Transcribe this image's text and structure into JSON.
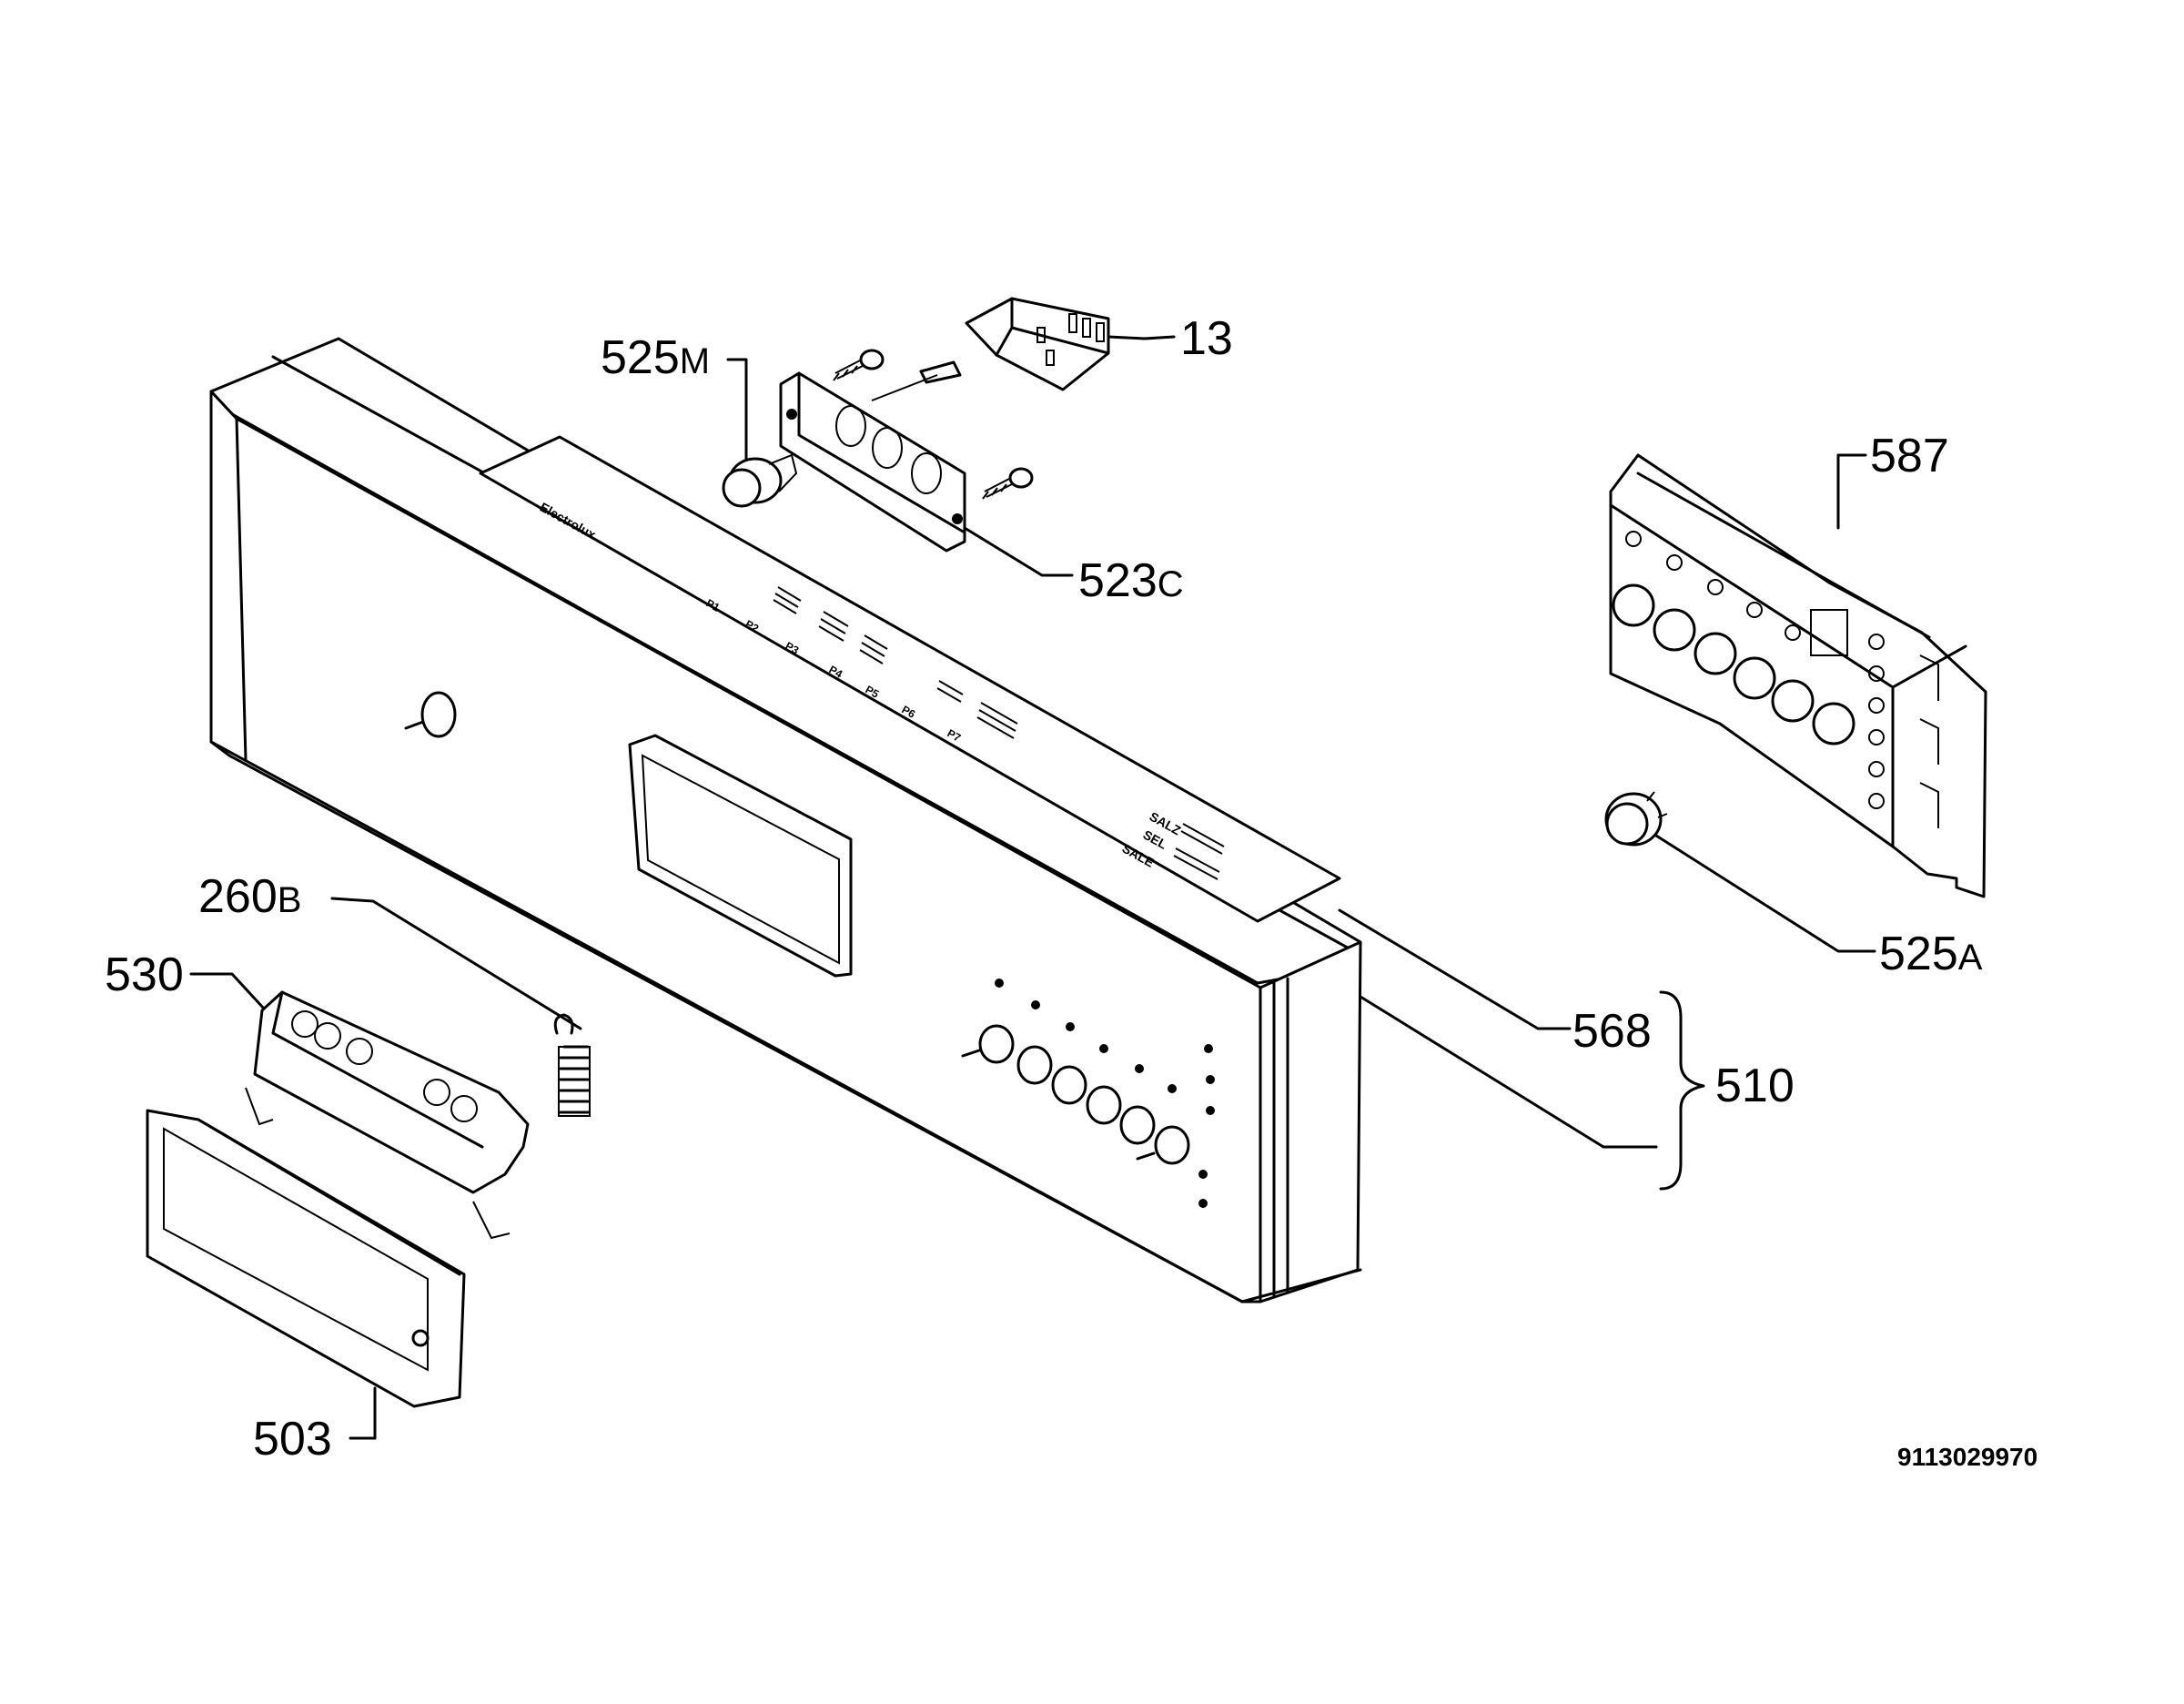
{
  "callouts": {
    "c13": "13",
    "c525m": "525",
    "c525m_suffix": "M",
    "c523c": "523",
    "c523c_suffix": "C",
    "c587": "587",
    "c525a": "525",
    "c525a_suffix": "A",
    "c568": "568",
    "c510": "510",
    "c260b": "260",
    "c260b_suffix": "B",
    "c530": "530",
    "c503": "503"
  },
  "document_number": "9113029970",
  "panel_labels": {
    "p1": "P1",
    "p2": "P2",
    "p3": "P3",
    "p4": "P4",
    "p5": "P5",
    "p6": "P6",
    "p7": "P7",
    "salz": "SALZ",
    "sel": "SEL",
    "sale": "SALE"
  }
}
